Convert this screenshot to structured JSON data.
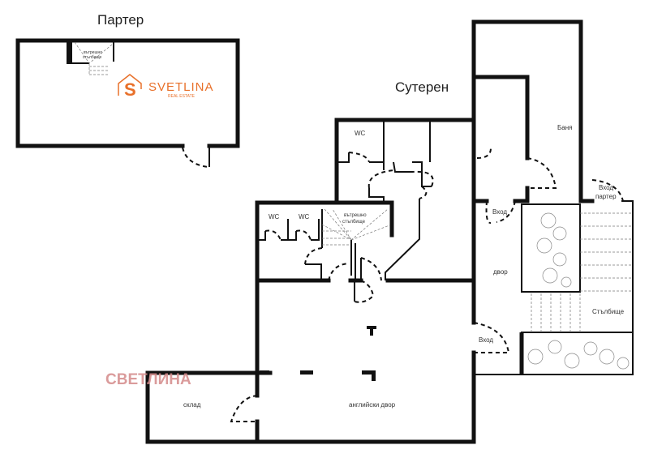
{
  "titles": {
    "ground_floor": "Партер",
    "basement": "Сутерен"
  },
  "logo": {
    "name": "SVETLINA",
    "sub": "REAL ESTATE",
    "color": "#e8702a"
  },
  "watermark": {
    "text": "СВЕТЛИНА",
    "color": "#d48a8a"
  },
  "rooms": {
    "wc1": "WC",
    "wc2": "WC",
    "wc3": "WC",
    "stairs_inner": [
      "вътрешно",
      "стълбище"
    ],
    "stairs_inner_ground": [
      "вътрешно",
      "стълбище"
    ],
    "bath": "Баня",
    "entrance1": "Вход",
    "entrance_ground": [
      "Вход",
      "партер"
    ],
    "yard": "двор",
    "stairs": "Стълбище",
    "entrance2": "Вход",
    "storage": "склад",
    "english_yard": "английски двор"
  }
}
